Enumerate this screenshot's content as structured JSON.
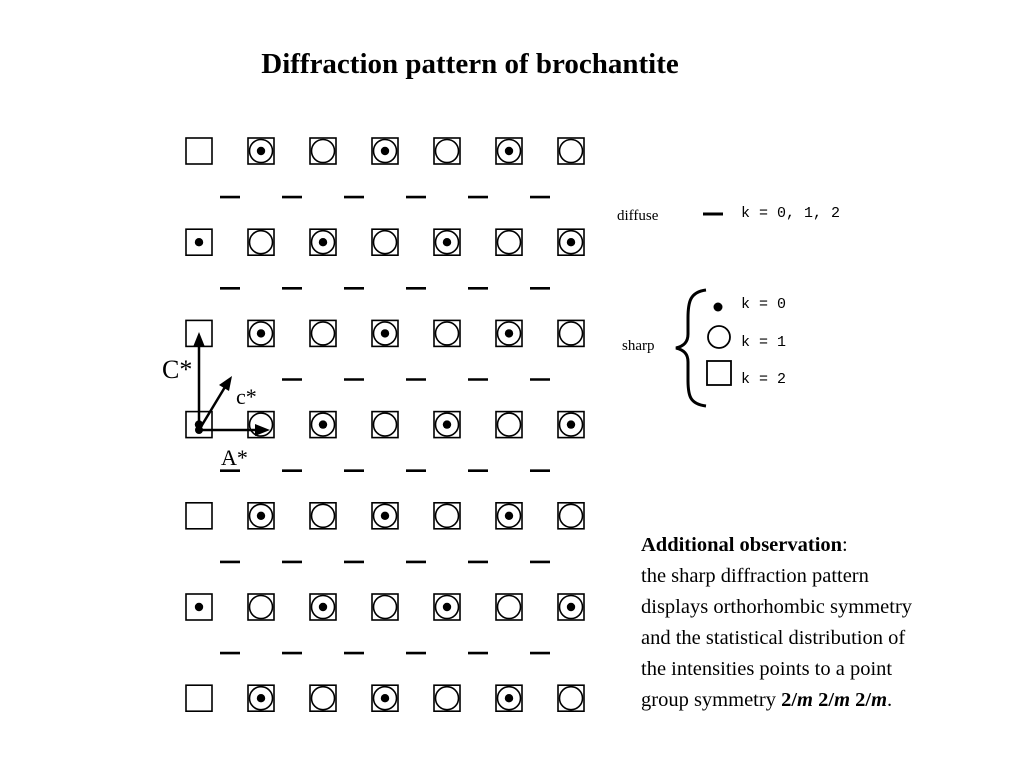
{
  "title": "Diffraction pattern of brochantite",
  "legend": {
    "diffuse_label": "diffuse",
    "diffuse_k": "k = 0, 1, 2",
    "sharp_label": "sharp",
    "sharp_items": [
      {
        "symbol": "dot",
        "k": "k = 0"
      },
      {
        "symbol": "circle",
        "k": "k = 1"
      },
      {
        "symbol": "square",
        "k": "k = 2"
      }
    ]
  },
  "axes": {
    "C_star": "C*",
    "c_star": "c*",
    "A_star": "A*"
  },
  "observation": {
    "heading": "Additional observation",
    "colon": ":",
    "line1": "the sharp diffraction pattern",
    "line2": "displays orthorhombic symmetry",
    "line3": "and the statistical distribution of",
    "line4": "the intensities points to a point",
    "line5_prefix": "group symmetry",
    "sym_parts": [
      "2/",
      "m",
      " 2/",
      "m",
      " 2/",
      "m"
    ],
    "period": "."
  },
  "pattern": {
    "grid_columns": 7,
    "sharp_rows": [
      [
        "square",
        "dot",
        "circle",
        "dot",
        "circle",
        "dot",
        "circle"
      ],
      [
        "dot",
        "circle",
        "dot",
        "circle",
        "dot",
        "circle",
        "dot"
      ],
      [
        "square",
        "dot",
        "circle",
        "dot",
        "circle",
        "dot",
        "circle"
      ],
      [
        "dot",
        "circle",
        "dot",
        "circle",
        "dot",
        "circle",
        "dot"
      ],
      [
        "square",
        "dot",
        "circle",
        "dot",
        "circle",
        "dot",
        "circle"
      ],
      [
        "dot",
        "circle",
        "dot",
        "circle",
        "dot",
        "circle",
        "dot"
      ],
      [
        "square",
        "dot",
        "circle",
        "dot",
        "circle",
        "dot",
        "circle"
      ]
    ],
    "diffuse_rows": 6,
    "diffuse_per_row": 6
  }
}
